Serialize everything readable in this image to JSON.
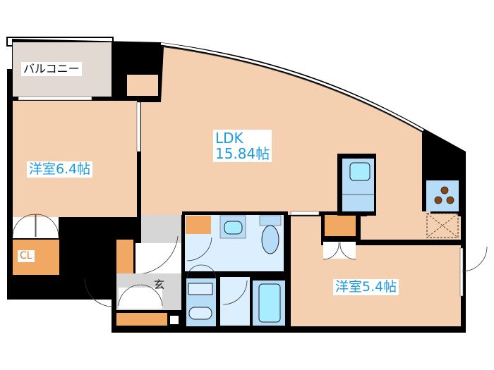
{
  "floorplan": {
    "colors": {
      "room": "#f4cfb0",
      "balcony": "#e2d9d2",
      "closet": "#f0a862",
      "wet": "#dcefff",
      "wet_fixture": "#b7dcf7",
      "fixture_fill": "#a8ecff",
      "entry": "#d6d6d6",
      "wall": "#000000",
      "label_text": "#1a9be0",
      "burner": "#8b4513"
    },
    "rooms": [
      {
        "id": "balcony",
        "label": "バルコニー"
      },
      {
        "id": "western-room-1",
        "label": "洋室6.4帖"
      },
      {
        "id": "ldk",
        "label_line1": "LDK",
        "label_line2": "15.84帖"
      },
      {
        "id": "western-room-2",
        "label": "洋室5.4帖"
      },
      {
        "id": "closet",
        "label": "CL"
      },
      {
        "id": "entrance",
        "label": "玄"
      }
    ],
    "fixtures": [
      "refrigerator",
      "stove-3-burner",
      "washing-machine",
      "washbasin",
      "toilet",
      "sink",
      "bathtub"
    ]
  }
}
